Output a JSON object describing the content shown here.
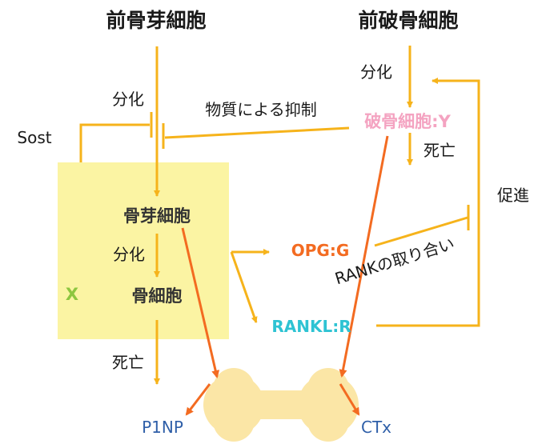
{
  "labels": {
    "pre_osteoblast": "前骨芽細胞",
    "pre_osteoclast": "前破骨細胞",
    "diff_osteoclast": "分化",
    "diff_osteoblast": "分化",
    "suppression": "物質による抑制",
    "sost": "Sost",
    "osteoclast": "破骨細胞:Y",
    "osteoclast_death": "死亡",
    "promote": "促進",
    "osteoblast": "骨芽細胞",
    "diff_osteocyte": "分化",
    "opg": "OPG:G",
    "rank_binding": "RANKの取り合い",
    "x_label": "X",
    "osteocyte": "骨細胞",
    "rankl": "RANKL:R",
    "osteocyte_death": "死亡",
    "p1np": "P1NP",
    "ctx": "CTx"
  },
  "colors": {
    "orange_line": "#F6B31B",
    "red_orange": "#F36B21",
    "yellow_box": "#FBF4A3",
    "bone": "#FBE6A6",
    "bone_edge": "#F7D37F",
    "osteoclast_text": "#F4A3C1",
    "opg_text": "#F36B21",
    "rankl_text": "#2EC3D3",
    "x_text": "#8DC63F",
    "marker_text": "#2F5FA8",
    "dark_text": "#1a1a1a"
  }
}
